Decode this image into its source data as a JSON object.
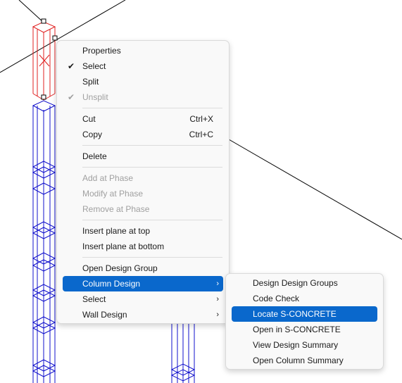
{
  "context_menu": {
    "groups": [
      [
        {
          "label": "Properties",
          "checked": false,
          "disabled": false
        },
        {
          "label": "Select",
          "checked": true,
          "disabled": false
        },
        {
          "label": "Split",
          "checked": false,
          "disabled": false
        },
        {
          "label": "Unsplit",
          "checked": true,
          "disabled": true
        }
      ],
      [
        {
          "label": "Cut",
          "shortcut": "Ctrl+X"
        },
        {
          "label": "Copy",
          "shortcut": "Ctrl+C"
        }
      ],
      [
        {
          "label": "Delete"
        }
      ],
      [
        {
          "label": "Add at Phase",
          "disabled": true
        },
        {
          "label": "Modify at Phase",
          "disabled": true
        },
        {
          "label": "Remove at Phase",
          "disabled": true
        }
      ],
      [
        {
          "label": "Insert plane at top"
        },
        {
          "label": "Insert plane at bottom"
        }
      ],
      [
        {
          "label": "Open Design Group"
        },
        {
          "label": "Column Design",
          "submenu": true,
          "highlighted": true
        },
        {
          "label": "Select",
          "submenu": true
        },
        {
          "label": "Wall Design",
          "submenu": true
        }
      ]
    ]
  },
  "submenu": {
    "items": [
      {
        "label": "Design Design Groups"
      },
      {
        "label": "Code Check"
      },
      {
        "label": "Locate S-CONCRETE",
        "highlighted": true
      },
      {
        "label": "Open in S-CONCRETE"
      },
      {
        "label": "View Design Summary"
      },
      {
        "label": "Open Column Summary"
      }
    ]
  },
  "symbols": {
    "check": "✔",
    "arrow": "›"
  },
  "colors": {
    "highlight": "#0a68cc",
    "selected_element": "#e02020",
    "model_element": "#1010cc",
    "wireframe": "#000000"
  }
}
